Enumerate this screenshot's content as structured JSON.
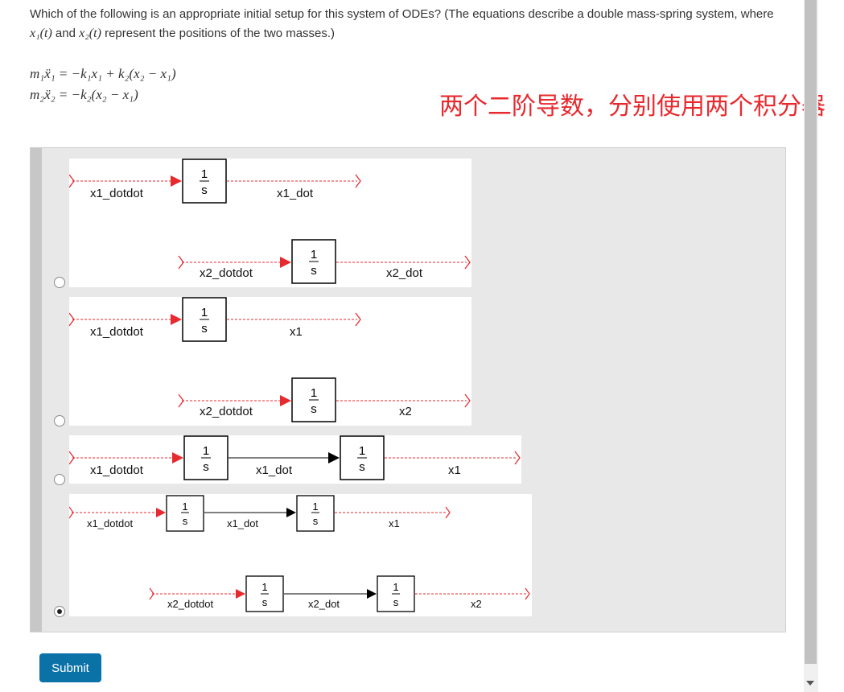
{
  "question": {
    "text_a": "Which of the following is an appropriate initial setup for this system of ODEs? (The equations describe a double mass-spring system, where ",
    "x1t": "x₁(t)",
    "and": " and ",
    "x2t": "x₂(t)",
    "text_b": " represent the positions of the two masses.)",
    "eq1": "m₁ẍ₁ = −k₁x₁ + k₂(x₂ − x₁)",
    "eq2": "m₂ẍ₂ = −k₂(x₂ − x₁)"
  },
  "annotation": "两个二阶导数，分别使用两个积分器",
  "integrator": {
    "num": "1",
    "den": "s"
  },
  "options": [
    {
      "selected": false,
      "labels": [
        "x1_dotdot",
        "x1_dot",
        "x2_dotdot",
        "x2_dot"
      ]
    },
    {
      "selected": false,
      "labels": [
        "x1_dotdot",
        "x1",
        "x2_dotdot",
        "x2"
      ]
    },
    {
      "selected": false,
      "labels": [
        "x1_dotdot",
        "x1_dot",
        "x1"
      ]
    },
    {
      "selected": true,
      "labels": [
        "x1_dotdot",
        "x1_dot",
        "x1",
        "x2_dotdot",
        "x2_dot",
        "x2"
      ]
    }
  ],
  "submit_label": "Submit",
  "colors": {
    "signal": "#e8292e",
    "submit": "#0b72a7",
    "annotation": "#e8292e"
  }
}
